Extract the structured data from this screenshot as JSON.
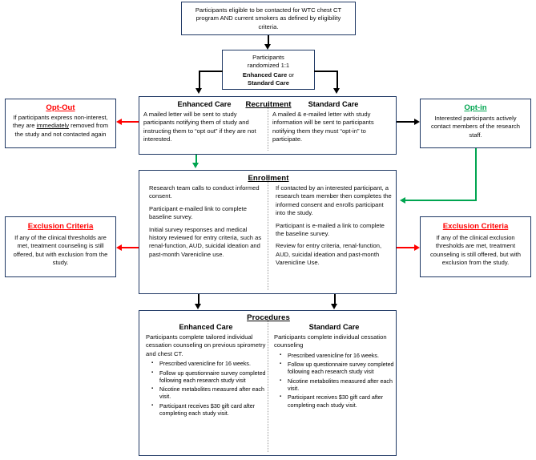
{
  "diagram": {
    "title": "WTC chest CT smoking cessation trial flow diagram",
    "colors": {
      "box_border": "#1f3864",
      "exclusion_red": "#ff0000",
      "optin_green": "#00a550",
      "text": "#000000"
    }
  },
  "eligibility": {
    "text": "Participants eligible to be contacted for WTC chest CT program AND current smokers as defined by eligibility criteria."
  },
  "randomization": {
    "line1": "Participants",
    "line2": "randomized 1:1",
    "arm_a": "Enhanced Care",
    "conjunction": " or ",
    "arm_b": "Standard Care"
  },
  "recruitment": {
    "section_title": "Recruitment",
    "left_title": "Enhanced Care",
    "left_text": "A mailed letter will be sent to study participants notifying them of study and instructing them to “opt out” if they are not interested.",
    "right_title": "Standard Care",
    "right_text": "A mailed & e-mailed letter with study information will be sent to participants notifying them they must “opt-in” to participate."
  },
  "opt_out": {
    "heading": "Opt-Out",
    "text_before": "If participants express non-interest, they are ",
    "text_underlined": "immediately",
    "text_after": " removed from the study and not contacted again"
  },
  "opt_in": {
    "heading": "Opt-in",
    "text": "Interested participants actively contact members of the research staff."
  },
  "enrollment": {
    "section_title": "Enrollment",
    "left_paragraphs": [
      "Research team calls to conduct informed consent.",
      "Participant e-mailed link to complete baseline survey.",
      "Initial survey responses and medical history reviewed for entry criteria, such as renal-function, AUD, suicidal ideation and past-month Varenicline use."
    ],
    "right_paragraphs": [
      "If contacted by an interested participant, a research team member then completes the informed consent and enrolls participant into the study.",
      "Participant is e-mailed a link to complete the baseline survey.",
      "Review for entry criteria, renal-function, AUD, suicidal ideation and past-month Varenicline Use."
    ]
  },
  "exclusion_left": {
    "heading": "Exclusion Criteria",
    "text": "If any of the clinical thresholds are met, treatment counseling is still offered, but with exclusion from the study."
  },
  "exclusion_right": {
    "heading": "Exclusion Criteria",
    "text": "If any of the clinical exclusion thresholds are met, treatment counseling is still offered, but with exclusion from the study."
  },
  "procedures": {
    "section_title": "Procedures",
    "left_title": "Enhanced Care",
    "left_intro": "Participants complete tailored individual cessation counseling on previous spirometry and chest CT.",
    "left_bullets": [
      "Prescribed varenicline for 16 weeks.",
      "Follow up questionnaire survey completed following each research study visit",
      "Nicotine metabolites measured after each visit.",
      "Participant receives $30 gift card after completing each study visit."
    ],
    "right_title": "Standard Care",
    "right_intro": "Participants complete individual cessation counseling",
    "right_bullets": [
      "Prescribed varenicline for 16 weeks.",
      "Follow up questionnaire survey completed following each research study visit",
      "Nicotine metabolites measured after each visit.",
      "Participant receives $30 gift card after completing each study visit."
    ]
  }
}
